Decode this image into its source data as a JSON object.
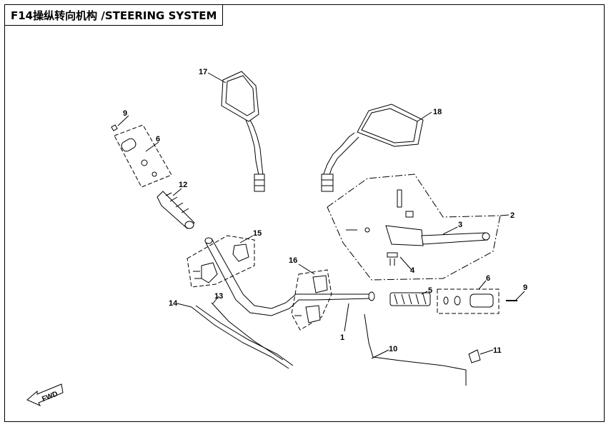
{
  "title": "F14操纵转向机构 /STEERING SYSTEM",
  "direction_label": "FWD",
  "callouts": {
    "c1": "1",
    "c2": "2",
    "c3": "3",
    "c4": "4",
    "c5": "5",
    "c6a": "6",
    "c6b": "6",
    "c9a": "9",
    "c9b": "9",
    "c10": "10",
    "c11": "11",
    "c12": "12",
    "c13": "13",
    "c14": "14",
    "c15": "15",
    "c16": "16",
    "c17": "17",
    "c18": "18"
  }
}
